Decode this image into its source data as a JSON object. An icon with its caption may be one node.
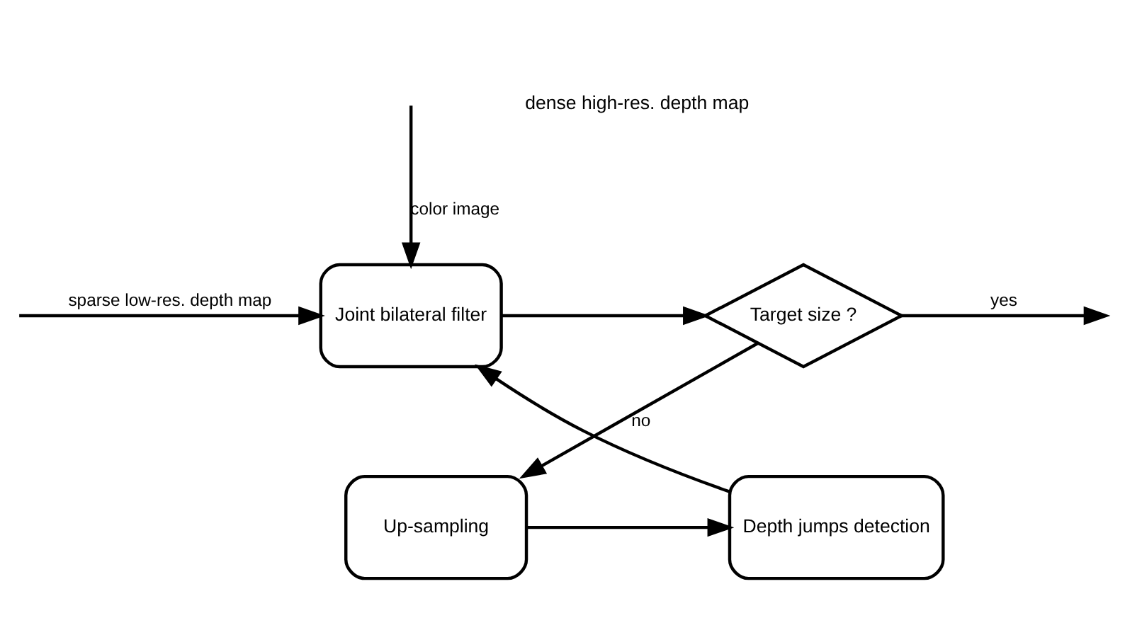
{
  "diagram": {
    "nodes": [
      {
        "text": [
          "Joint bilateral filter"
        ]
      },
      {
        "text": [
          "Target size ?"
        ]
      },
      {
        "text": [
          "Up-sampling"
        ]
      },
      {
        "text": [
          "Depth jumps detection"
        ]
      }
    ],
    "edges": [
      {
        "from": null,
        "to": 0,
        "arrow": "to",
        "label": "sparse low-res. depth map"
      },
      {
        "from": null,
        "to": 0,
        "arrow": "to",
        "label": "color image"
      },
      {
        "from": 0,
        "to": 1,
        "arrow": "to"
      },
      {
        "from": 1,
        "to": null,
        "arrow": "to",
        "label": "yes"
      },
      {
        "from": 1,
        "to": 2,
        "arrow": "to",
        "label": "no"
      },
      {
        "from": 2,
        "to": 3,
        "arrow": "to"
      },
      {
        "from": 3,
        "to": 0,
        "arrow": "to"
      }
    ],
    "labels": [
      "dense high-res. depth map"
    ]
  }
}
